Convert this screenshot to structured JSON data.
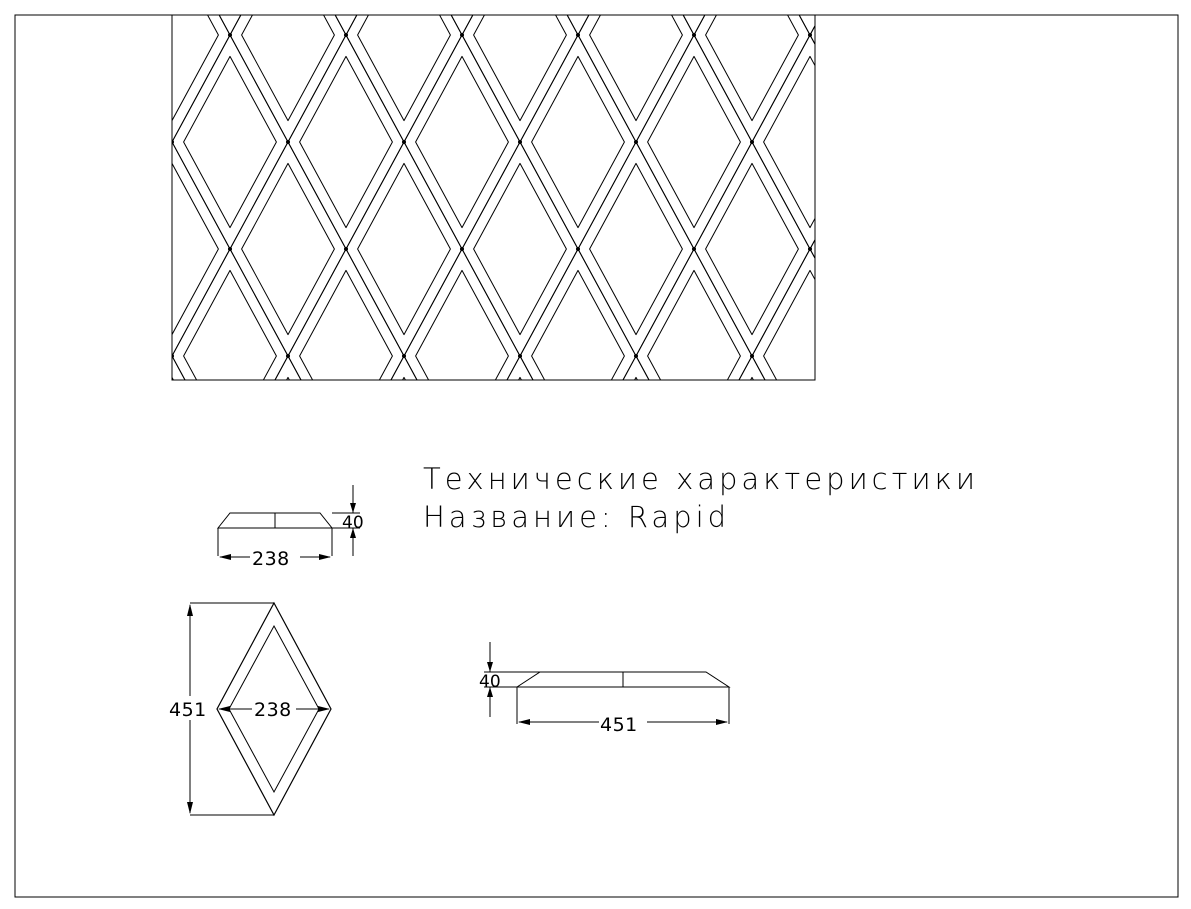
{
  "title": {
    "line1": "Технические характеристики",
    "line2": "Название: Rapid"
  },
  "dimensions": {
    "side_width": "238",
    "side_height": "40",
    "top_length": "451",
    "top_width": "238",
    "front_height": "40",
    "front_length": "451"
  }
}
